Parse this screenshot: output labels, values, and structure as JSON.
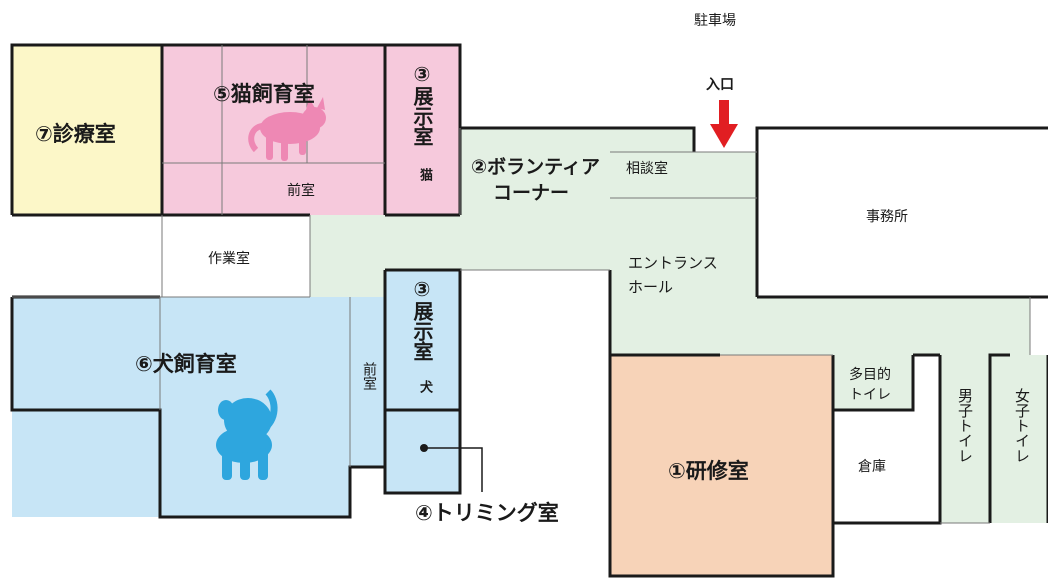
{
  "colors": {
    "pink": "#f6c9dc",
    "yellow": "#fcf7c8",
    "green": "#e3f0e3",
    "blue": "#c7e5f6",
    "peach": "#f7d3b8",
    "wall": "#1a1a1a",
    "arrow": "#e11e22",
    "cat": "#ee88b4",
    "dog": "#2ea6de"
  },
  "labels": {
    "parking": "駐車場",
    "entrance": "入口",
    "shinryo": "⑦診療室",
    "neko": "⑤猫飼育室",
    "zenshitsu_cat": "前室",
    "tenji_cat": "③展示室",
    "tenji_cat_sub": "猫",
    "volunteer_1": "②ボランティア",
    "volunteer_2": "コーナー",
    "sodan": "相談室",
    "jimusho": "事務所",
    "sagyo": "作業室",
    "entrance_hall_1": "エントランス",
    "entrance_hall_2": "ホール",
    "inu": "⑥犬飼育室",
    "zenshitsu_dog": "前室",
    "tenji_dog": "③展示室",
    "tenji_dog_sub": "犬",
    "trimming": "④トリミング室",
    "kenshu": "①研修室",
    "tamokuteki_1": "多目的",
    "tamokuteki_2": "トイレ",
    "soko": "倉庫",
    "danshi": "男子トイレ",
    "joshi": "女子トイレ"
  }
}
